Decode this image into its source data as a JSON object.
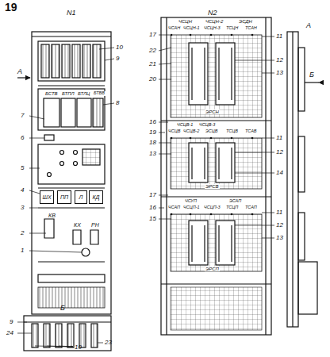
{
  "diagram": {
    "nodes": [
      {
        "text": [
          "ШХ"
        ]
      },
      {
        "text": [
          "ПП"
        ]
      },
      {
        "text": [
          "Л"
        ]
      },
      {
        "text": [
          "КД"
        ]
      }
    ],
    "labels": [
      "19",
      "N1",
      "N2",
      "А",
      "А",
      "Б",
      "Б",
      "10",
      "9",
      "8",
      "7",
      "6",
      "5",
      "4",
      "3",
      "2",
      "1",
      "БСТВ",
      "БТПЛ",
      "БТЛЦ",
      "БТВВ",
      "КВ",
      "КХ",
      "РН",
      "ЧСЦН",
      "ЧСЦН-2",
      "ЭСДН",
      "ЧСАН",
      "ЧСЦН-1",
      "ЧСЦН-3",
      "ТСЦН",
      "ТСАН",
      "ЭРСН",
      "ЧСЦВ-1",
      "ЧСЦВ-3",
      "ЧСЦВ",
      "ЧСЦВ-2",
      "ЭСЦВ",
      "ТСЦВ",
      "ТСАВ",
      "ЭРСВ",
      "ЧСУП",
      "ЭСАП",
      "ЧСАП",
      "ЧСЦП-1",
      "ЧСЦП-3",
      "ТСЦП",
      "ТСАП",
      "ЭРСП",
      "17",
      "22",
      "21",
      "20",
      "16",
      "19",
      "18",
      "13",
      "17",
      "16",
      "15",
      "11",
      "12",
      "13",
      "11",
      "12",
      "14",
      "11",
      "12",
      "13",
      "9",
      "24",
      "10",
      "23"
    ]
  }
}
